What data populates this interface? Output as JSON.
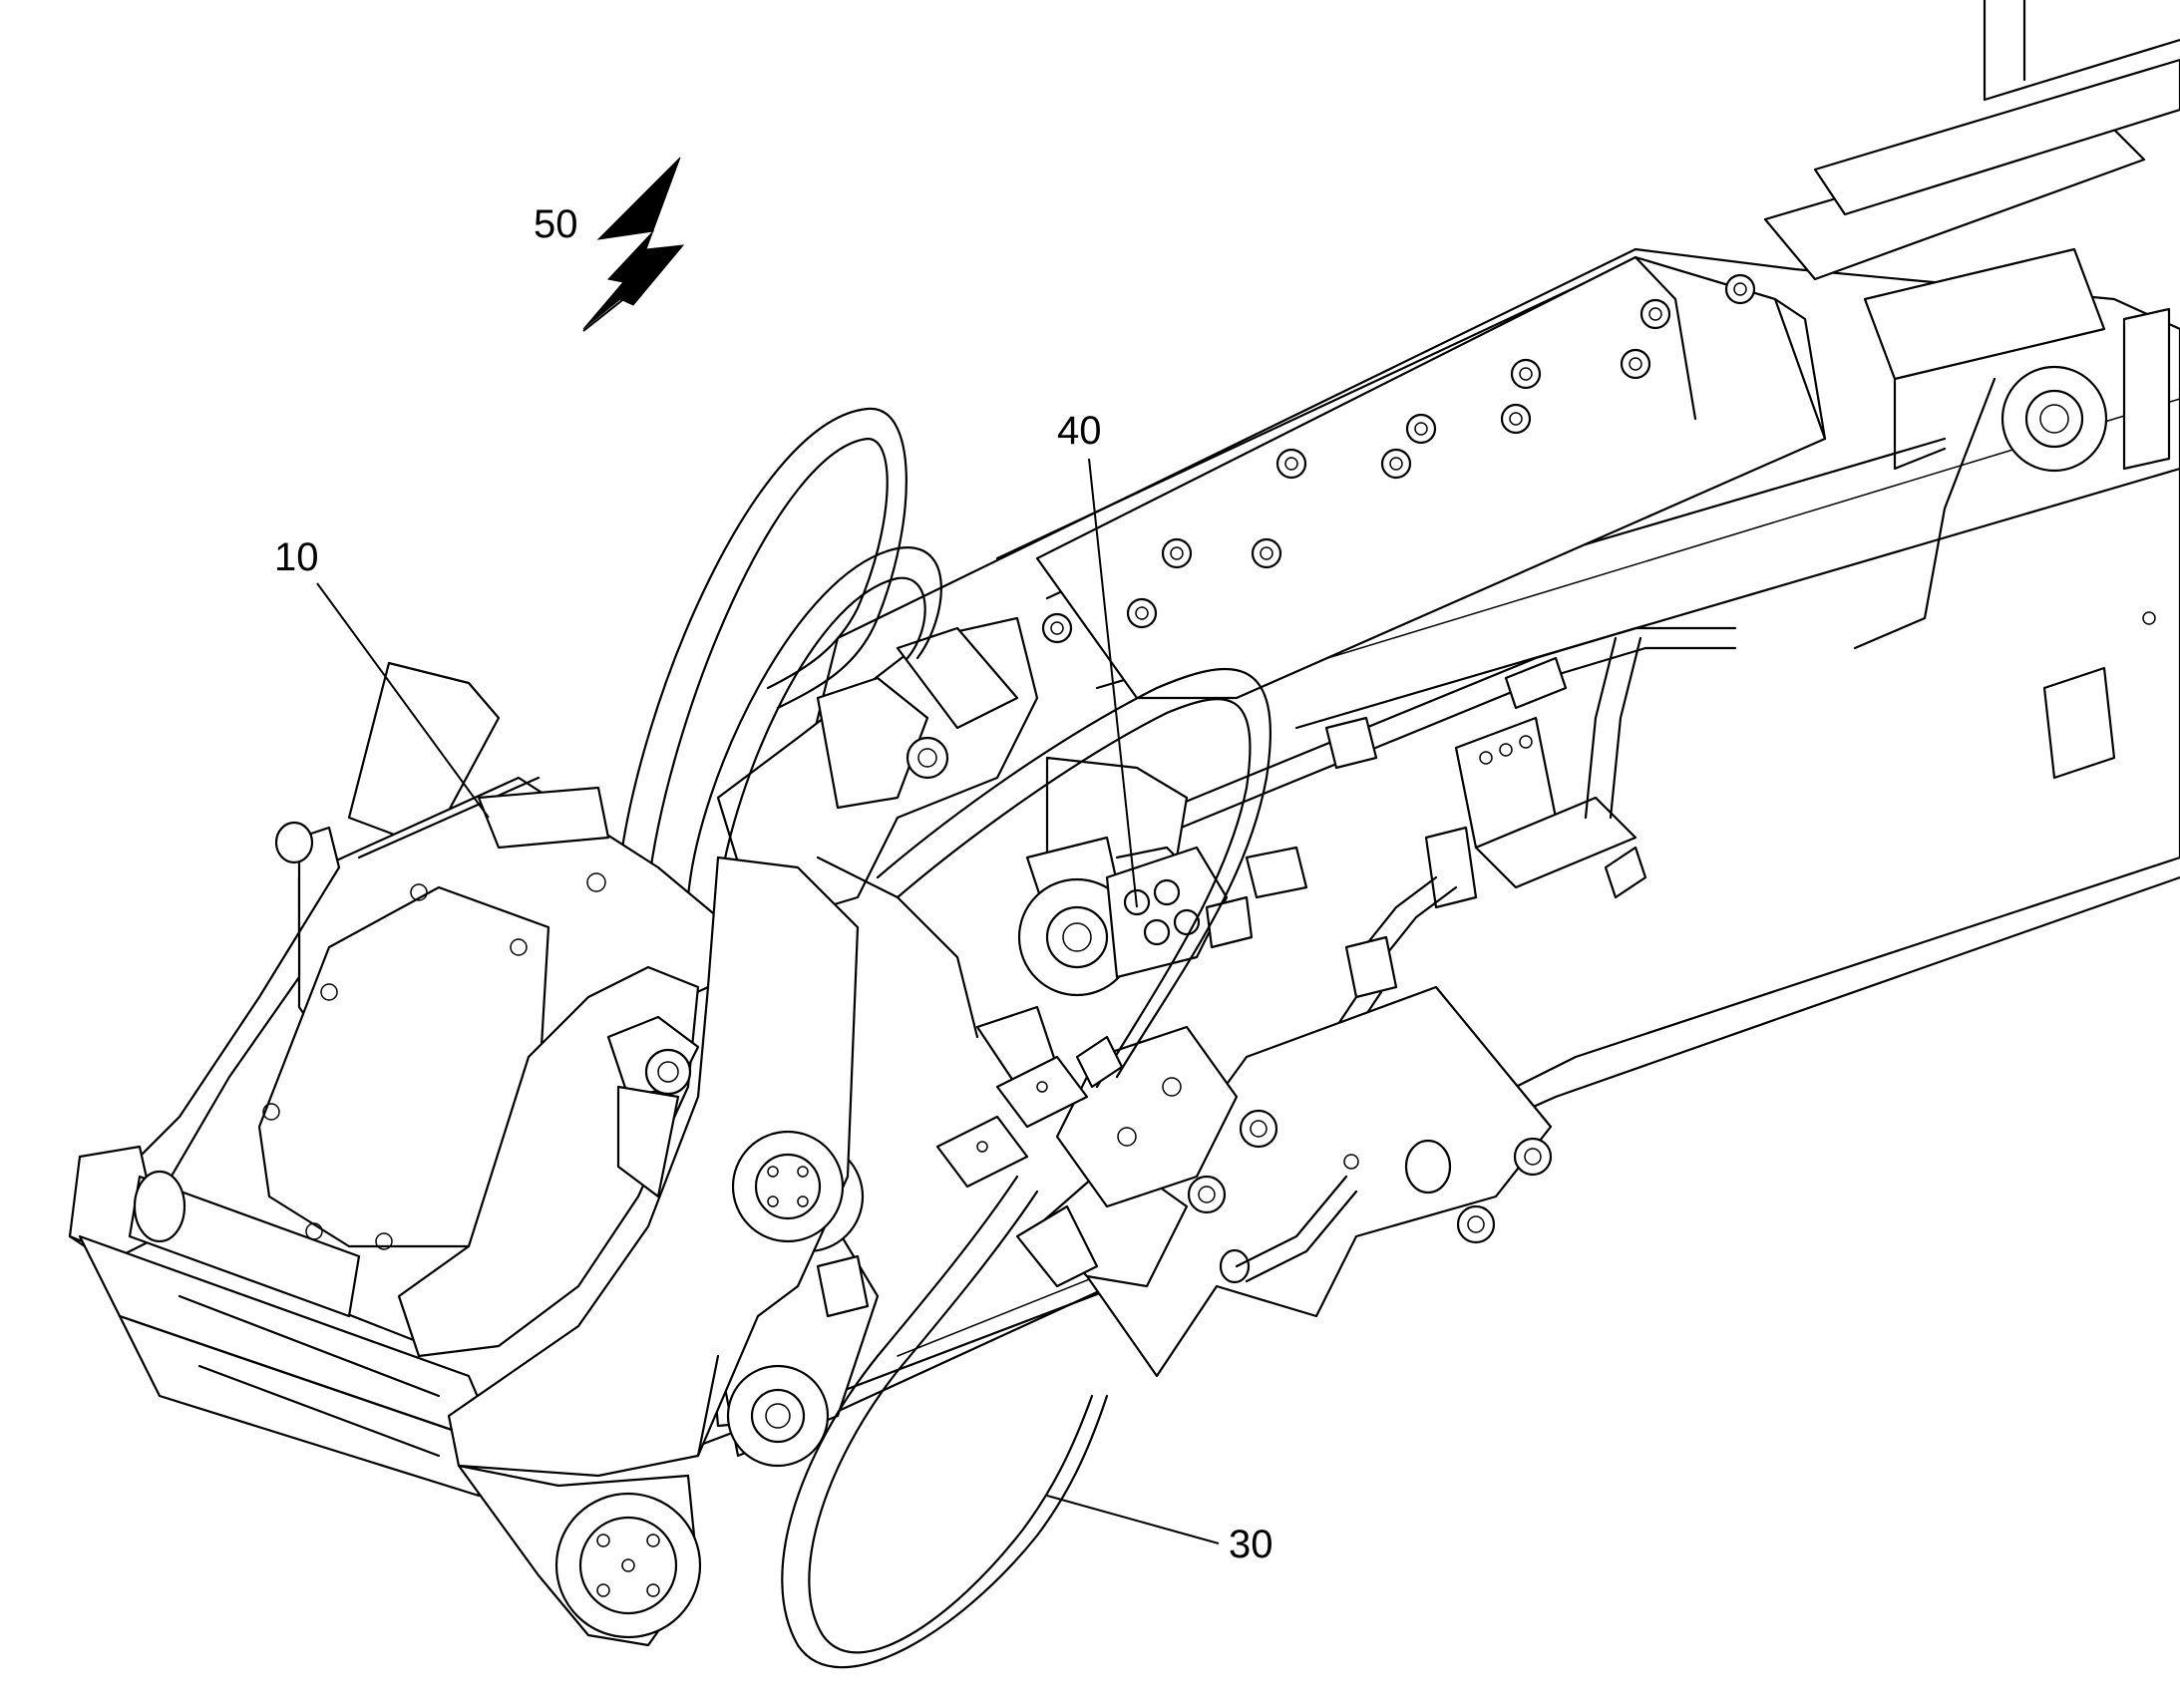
{
  "labels": {
    "ref_10": "10",
    "ref_30": "30",
    "ref_40": "40",
    "ref_50": "50"
  },
  "icons": {
    "lightning": "lightning-bolt-arrow"
  }
}
